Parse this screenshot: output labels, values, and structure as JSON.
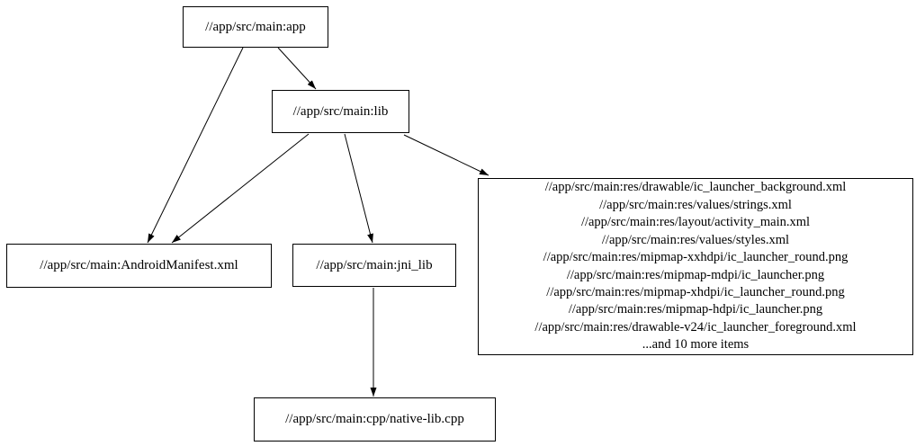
{
  "graph": {
    "type": "directed-dependency-graph",
    "background_color": "#ffffff",
    "node_border_color": "#000000",
    "edge_color": "#000000",
    "nodes": {
      "app": {
        "label": "//app/src/main:app"
      },
      "lib": {
        "label": "//app/src/main:lib"
      },
      "android_manifest": {
        "label": "//app/src/main:AndroidManifest.xml"
      },
      "jni_lib": {
        "label": "//app/src/main:jni_lib"
      },
      "native_lib_cpp": {
        "label": "//app/src/main:cpp/native-lib.cpp"
      },
      "resources": {
        "lines": [
          "//app/src/main:res/drawable/ic_launcher_background.xml",
          "//app/src/main:res/values/strings.xml",
          "//app/src/main:res/layout/activity_main.xml",
          "//app/src/main:res/values/styles.xml",
          "//app/src/main:res/mipmap-xxhdpi/ic_launcher_round.png",
          "//app/src/main:res/mipmap-mdpi/ic_launcher.png",
          "//app/src/main:res/mipmap-xhdpi/ic_launcher_round.png",
          "//app/src/main:res/mipmap-hdpi/ic_launcher.png",
          "//app/src/main:res/drawable-v24/ic_launcher_foreground.xml",
          "...and 10 more items"
        ]
      }
    },
    "edges": [
      {
        "from": "app",
        "to": "lib"
      },
      {
        "from": "app",
        "to": "android_manifest"
      },
      {
        "from": "lib",
        "to": "android_manifest"
      },
      {
        "from": "lib",
        "to": "jni_lib"
      },
      {
        "from": "lib",
        "to": "resources"
      },
      {
        "from": "jni_lib",
        "to": "native_lib_cpp"
      }
    ]
  }
}
